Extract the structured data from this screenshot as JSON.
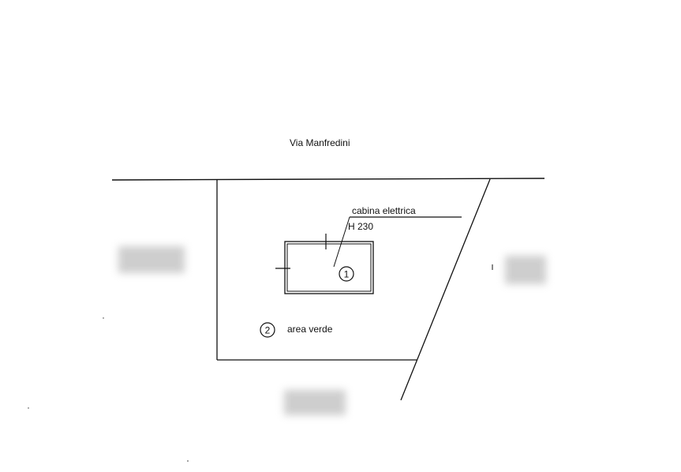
{
  "street": {
    "label": "Via Manfredini"
  },
  "cabin": {
    "label": "cabina elettrica",
    "height": "H 230",
    "marker": "1"
  },
  "green_area": {
    "marker": "2",
    "label": "area verde"
  },
  "colors": {
    "line": "#111111",
    "background": "#ffffff",
    "redaction": "#c9c9c9"
  }
}
